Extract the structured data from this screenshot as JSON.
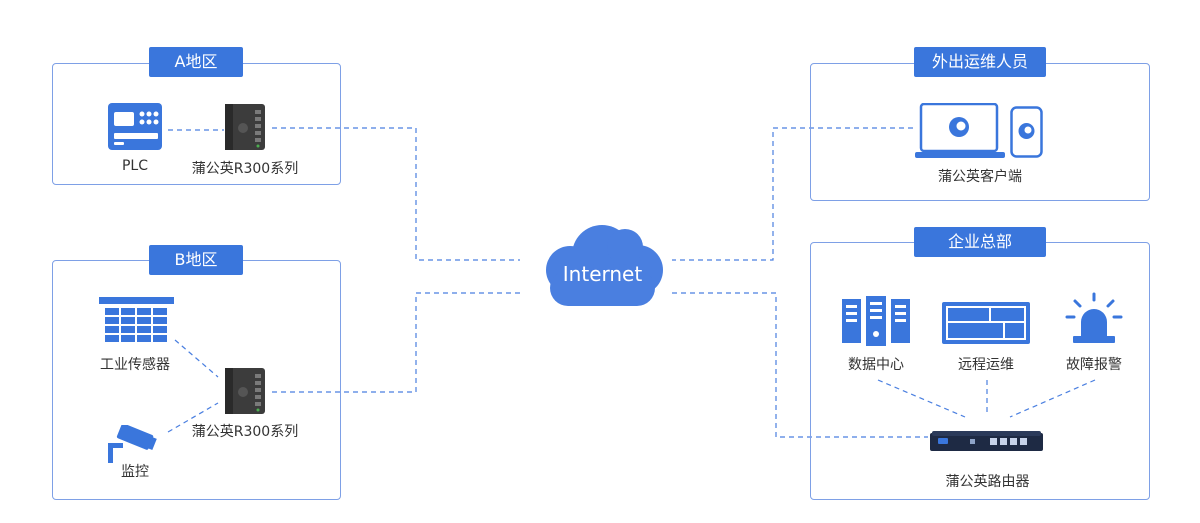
{
  "colors": {
    "accent": "#3a76dc",
    "border": "#7ea0e6",
    "dashed": "#4a7fe0",
    "cloud": "#4a7fe0",
    "device": "#3c3c3c"
  },
  "regions": {
    "a": {
      "title": "A地区",
      "plc_label": "PLC",
      "router_label": "蒲公英R300系列"
    },
    "b": {
      "title": "B地区",
      "sensor_label": "工业传感器",
      "camera_label": "监控",
      "router_label": "蒲公英R300系列"
    },
    "staff": {
      "title": "外出运维人员",
      "client_label": "蒲公英客户端"
    },
    "hq": {
      "title": "企业总部",
      "datacenter_label": "数据中心",
      "remote_label": "远程运维",
      "alarm_label": "故障报警",
      "router_label": "蒲公英路由器"
    }
  },
  "cloud": {
    "label": "Internet"
  },
  "icons": [
    "plc-icon",
    "industrial-router-icon",
    "sensor-grid-icon",
    "camera-icon",
    "laptop-icon",
    "phone-icon",
    "server-icon",
    "monitor-panel-icon",
    "alarm-light-icon",
    "rack-router-icon",
    "cloud-icon"
  ]
}
